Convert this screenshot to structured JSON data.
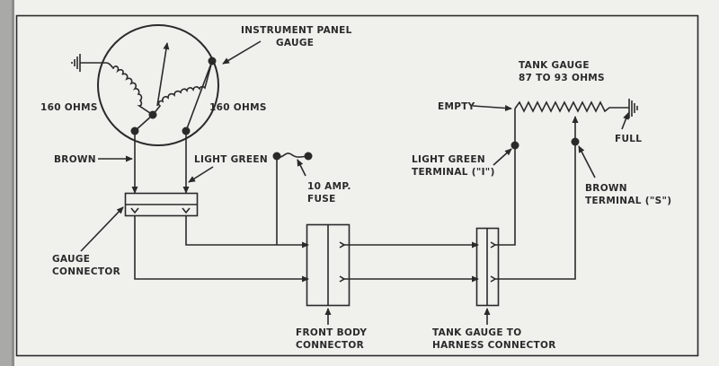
{
  "diagram": {
    "title": "Fuel gauge wiring circuit",
    "colors": {
      "ink": "#2a2a2a",
      "paper": "#f0f0ed",
      "edge_strip": "#a9a9a7"
    },
    "labels": {
      "instrument_panel_gauge": [
        "INSTRUMENT PANEL",
        "GAUGE"
      ],
      "left_coil_resistance": "160 OHMS",
      "right_coil_resistance": "160 OHMS",
      "brown_wire": "BROWN",
      "light_green_wire": "LIGHT GREEN",
      "fuse": [
        "10 AMP.",
        "FUSE"
      ],
      "gauge_connector": [
        "GAUGE",
        "CONNECTOR"
      ],
      "front_body_connector": [
        "FRONT BODY",
        "CONNECTOR"
      ],
      "tank_harness_connector": [
        "TANK GAUGE TO",
        "HARNESS CONNECTOR"
      ],
      "tank_gauge": [
        "TANK GAUGE",
        "87 TO 93 OHMS"
      ],
      "empty": "EMPTY",
      "full": "FULL",
      "light_green_terminal": [
        "LIGHT GREEN",
        "TERMINAL (\"I\")"
      ],
      "brown_terminal": [
        "BROWN",
        "TERMINAL (\"S\")"
      ]
    }
  }
}
